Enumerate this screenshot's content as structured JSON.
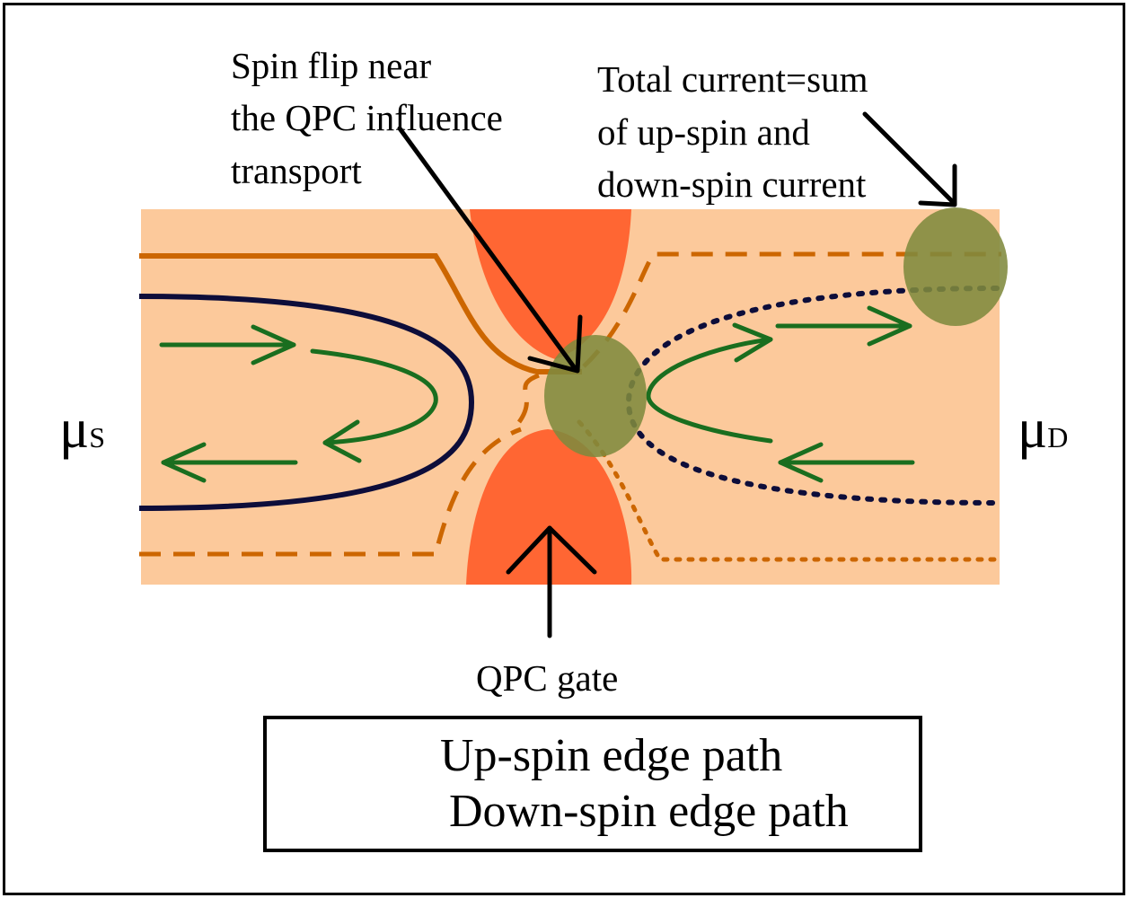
{
  "annotations": {
    "spin_flip_line1": "Spin flip near",
    "spin_flip_line2": "the QPC influence",
    "spin_flip_line3": "transport",
    "total_line1": "Total current=sum",
    "total_line2": "of up-spin and",
    "total_line3": "down-spin current",
    "qpc_gate": "QPC gate"
  },
  "potentials": {
    "source_symbol": "μ",
    "source_sub": "S",
    "drain_symbol": "μ",
    "drain_sub": "D"
  },
  "legend": {
    "items": [
      {
        "label": "Up-spin edge path",
        "color": "#cc6600"
      },
      {
        "label": "Down-spin edge path",
        "color": "#0d0d3a"
      }
    ]
  },
  "colors": {
    "channel": "#fcc99b",
    "gate": "#ff6633",
    "arrows": "#1a6e1f",
    "spin_flip_region": "#7f8a3e"
  }
}
